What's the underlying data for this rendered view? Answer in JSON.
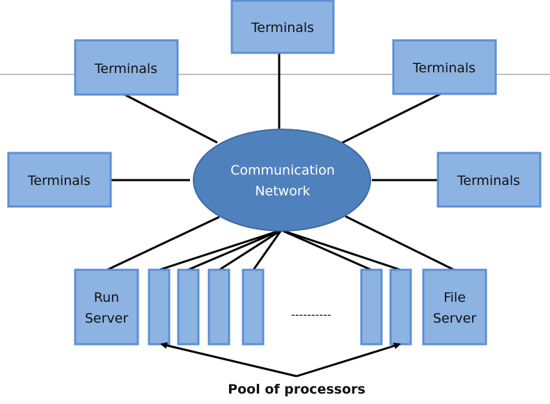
{
  "diagram": {
    "hub": {
      "lines": [
        "Communication",
        "Network"
      ],
      "fill_color": "#4f81bd"
    },
    "terminals": [
      {
        "id": "top",
        "label": "Terminals"
      },
      {
        "id": "upper-left",
        "label": "Terminals"
      },
      {
        "id": "upper-right",
        "label": "Terminals"
      },
      {
        "id": "mid-left",
        "label": "Terminals"
      },
      {
        "id": "mid-right",
        "label": "Terminals"
      }
    ],
    "run_server": {
      "lines": [
        "Run",
        "Server"
      ]
    },
    "file_server": {
      "lines": [
        "File",
        "Server"
      ]
    },
    "processors": {
      "count_shown": 6,
      "ellipsis": "----------",
      "caption": "Pool of processors"
    },
    "colors": {
      "box_fill": "#8db3e2",
      "box_border": "#5b8fd6",
      "hub_fill": "#4f81bd",
      "connector": "#000000",
      "rule": "#bfbfbf"
    }
  }
}
